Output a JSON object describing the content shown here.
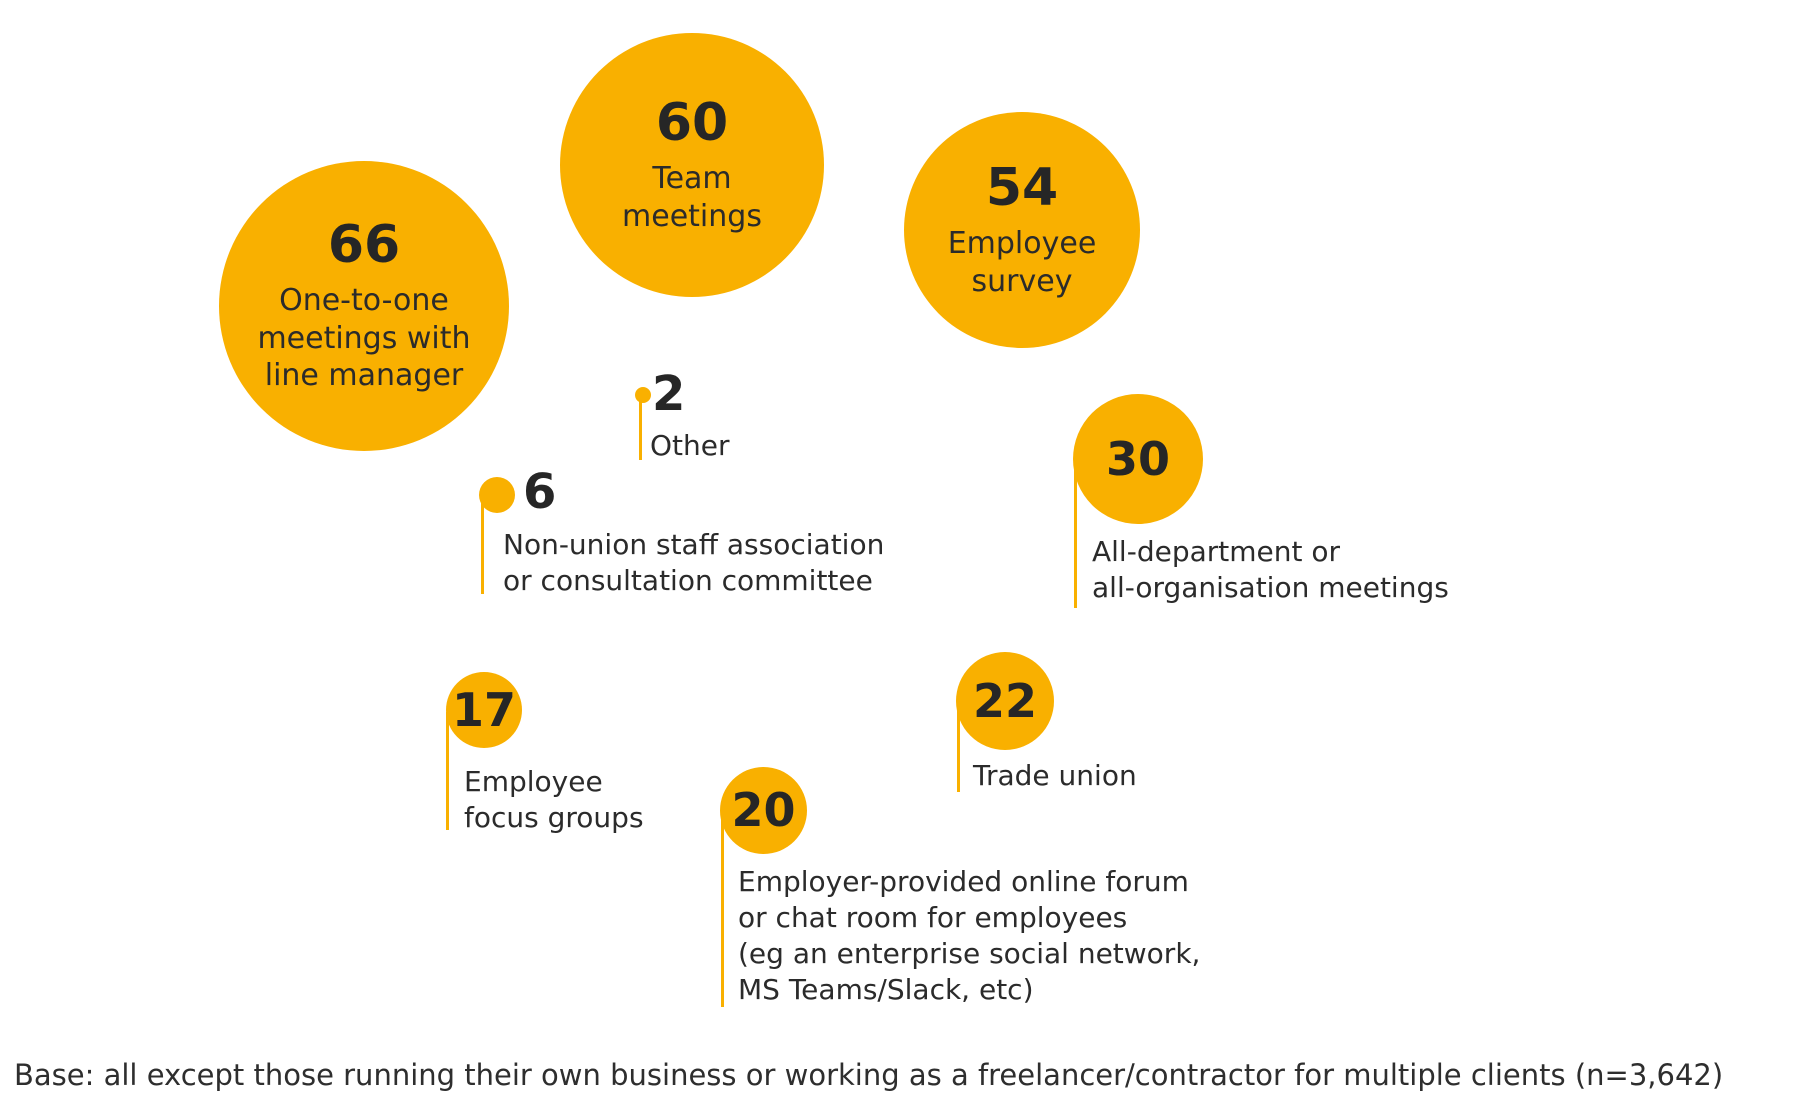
{
  "chart_data": {
    "type": "bubble",
    "title": "",
    "legend_position": "none",
    "background": "#ffffff",
    "colors": {
      "bubble": "#F9B000",
      "number_text": "#262626",
      "label_text": "#2b2b2b"
    },
    "points": [
      {
        "label": "One-to-one meetings with line manager",
        "value": 66,
        "display_label": "One-to-one\nmeetings with\nline manager"
      },
      {
        "label": "Team meetings",
        "value": 60,
        "display_label": "Team\nmeetings"
      },
      {
        "label": "Employee survey",
        "value": 54,
        "display_label": "Employee\nsurvey"
      },
      {
        "label": "All-department or all-organisation meetings",
        "value": 30,
        "display_label": "All-department or\nall-organisation meetings"
      },
      {
        "label": "Trade union",
        "value": 22,
        "display_label": "Trade union"
      },
      {
        "label": "Employer-provided online forum or chat room for employees (eg an enterprise social network, MS Teams/Slack, etc)",
        "value": 20,
        "display_label": "Employer-provided online forum\nor chat room for employees\n(eg an enterprise social network,\nMS Teams/Slack, etc)"
      },
      {
        "label": "Employee focus groups",
        "value": 17,
        "display_label": "Employee\nfocus groups"
      },
      {
        "label": "Non-union staff association or consultation committee",
        "value": 6,
        "display_label": "Non-union staff association\nor consultation committee"
      },
      {
        "label": "Other",
        "value": 2,
        "display_label": "Other"
      }
    ],
    "base_note": "Base: all except those running their own business or working as a freelancer/contractor for multiple clients (n=3,642)"
  }
}
